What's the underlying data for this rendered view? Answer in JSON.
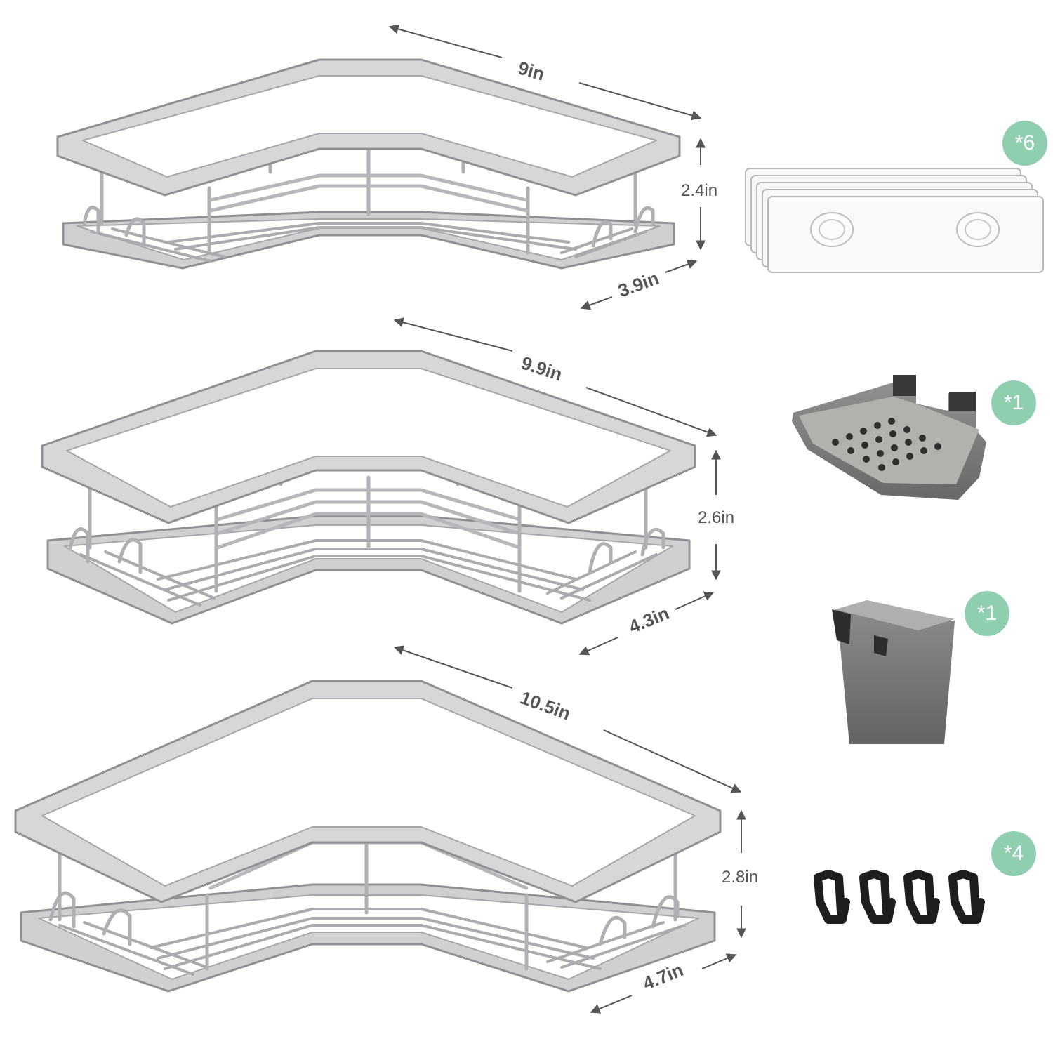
{
  "colors": {
    "background": "#ffffff",
    "rack_metal": "#c9cacc",
    "rack_edge": "#8e9093",
    "dim_line": "#555555",
    "badge": "#8fcfb0",
    "accessory_plastic": "#6c6a68",
    "hook": "#1e1e1e",
    "adhesive_strip": "#f4f4f4"
  },
  "racks": [
    {
      "name": "small-rack",
      "width_label": "9in",
      "height_label": "2.4in",
      "depth_label": "3.9in"
    },
    {
      "name": "medium-rack",
      "width_label": "9.9in",
      "height_label": "2.6in",
      "depth_label": "4.3in"
    },
    {
      "name": "large-rack",
      "width_label": "10.5in",
      "height_label": "2.8in",
      "depth_label": "4.7in"
    }
  ],
  "accessories": {
    "adhesive_strips": {
      "icon": "adhesive-strip-icon",
      "quantity_label": "*6"
    },
    "soap_dish": {
      "icon": "soap-dish-icon",
      "quantity_label": "*1"
    },
    "cup": {
      "icon": "cup-icon",
      "quantity_label": "*1"
    },
    "hooks": {
      "icon": "hook-icon",
      "quantity_label": "*4"
    }
  }
}
